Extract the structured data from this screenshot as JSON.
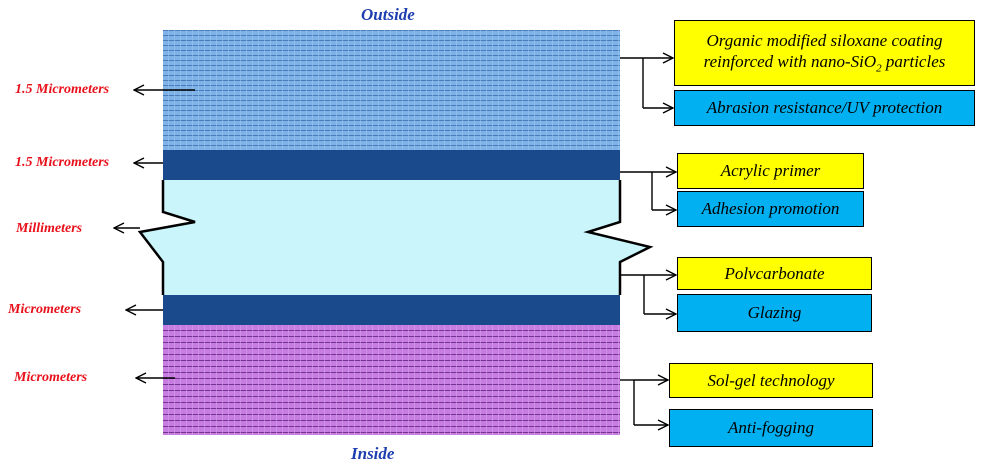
{
  "titles": {
    "outside": "Outside",
    "inside": "Inside"
  },
  "side_labels": [
    "1.5 Micrometers",
    "1.5 Micrometers",
    "Millimeters",
    "Micrometers",
    "Micrometers"
  ],
  "layers": [
    {
      "material": "Organic modified siloxane coating reinforced with nano-SiO",
      "material_sub": "2",
      "material_tail": " particles",
      "function": "Abrasion resistance/UV protection"
    },
    {
      "material": "Acrylic primer",
      "function": "Adhesion promotion"
    },
    {
      "material": "Polvcarbonate",
      "function": "Glazing"
    },
    {
      "material": "Sol-gel technology",
      "function": "Anti-fogging"
    }
  ],
  "colors": {
    "top_coating": "#7fb2e6",
    "primer": "#1a4a8c",
    "polycarbonate": "#c9f5fb",
    "solgel": "#c77de0",
    "material_box": "#ffff00",
    "function_box": "#00b0f0",
    "label_red": "#e8101a",
    "title_blue": "#1f3fb0"
  }
}
